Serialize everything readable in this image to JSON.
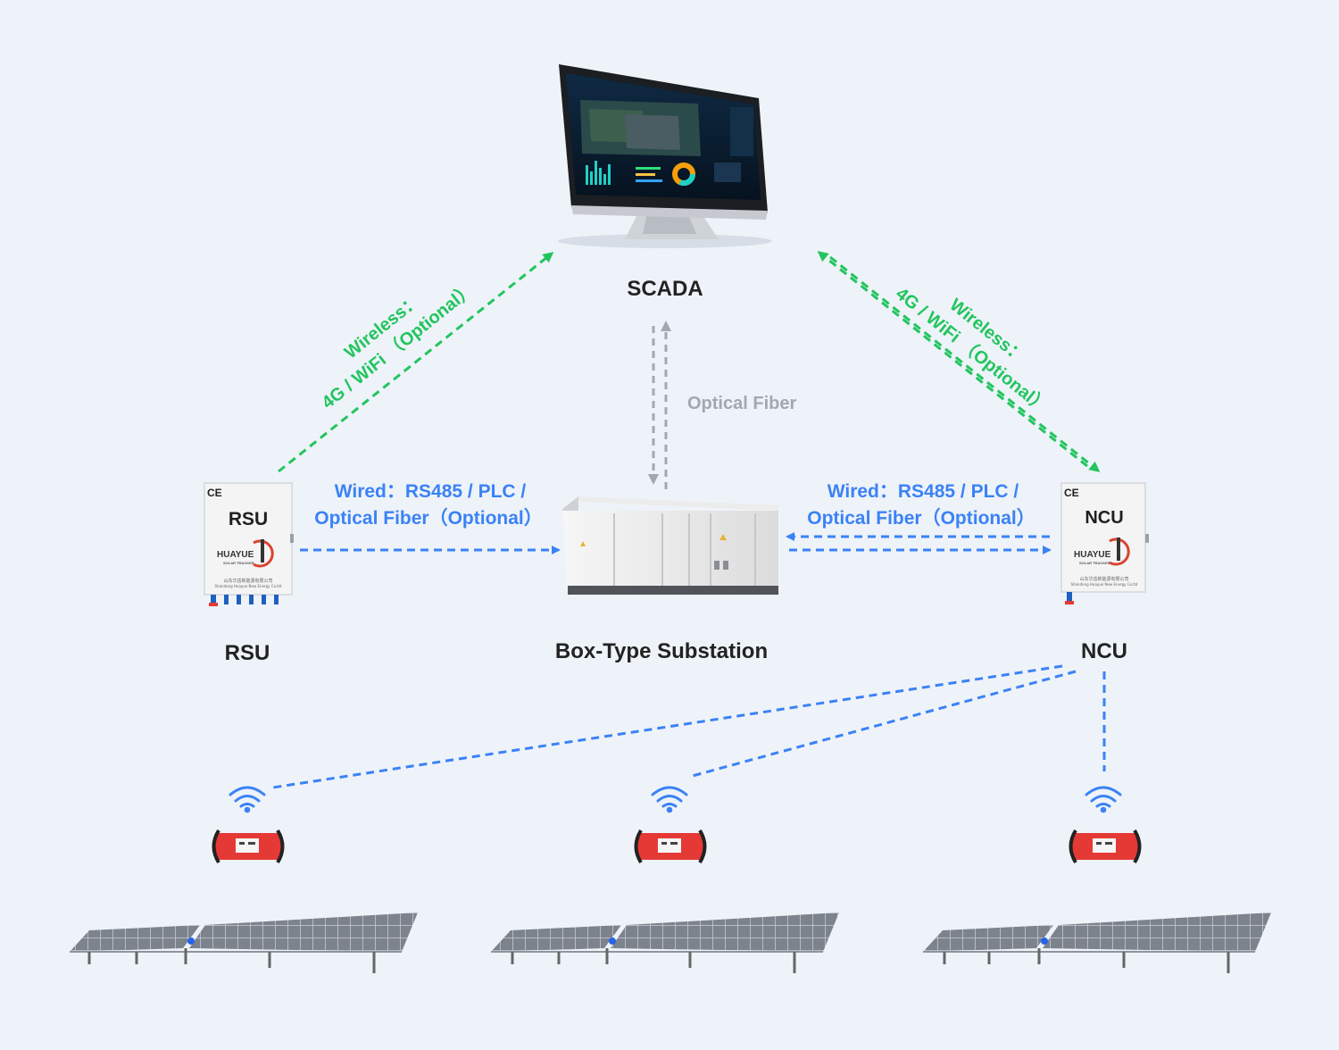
{
  "nodes": {
    "scada": "SCADA",
    "substation": "Box-Type Substation",
    "rsu": "RSU",
    "ncu": "NCU"
  },
  "devices": {
    "rsu_box_text": "RSU",
    "ncu_box_text": "NCU",
    "ce_mark": "CE",
    "brand": "HUAYUE",
    "brand_sub": "SOLAR TRACKER",
    "company_cn": "山东华岳新能源有限公司",
    "company_en": "Shandong Huayue New Energy Co.ltd"
  },
  "links": {
    "wired_left_line1": "Wired：RS485 / PLC /",
    "wired_left_line2": "Optical Fiber（Optional）",
    "wired_right_line1": "Wired：RS485 / PLC /",
    "wired_right_line2": "Optical Fiber（Optional）",
    "optical_fiber": "Optical Fiber",
    "wireless_left_line1": "Wireless：",
    "wireless_left_line2": "4G / WiFi （Optional）",
    "wireless_right_line1": "Wireless：",
    "wireless_right_line2": "4G / WiFi （Optional）"
  },
  "colors": {
    "wired": "#3b82f6",
    "wireless": "#22c55e",
    "fiber": "#a3a8ae",
    "controller": "#e53935"
  },
  "icons": [
    "monitor-icon",
    "substation-icon",
    "control-box-icon",
    "wifi-icon",
    "tracker-controller-icon",
    "solar-panel-icon"
  ]
}
